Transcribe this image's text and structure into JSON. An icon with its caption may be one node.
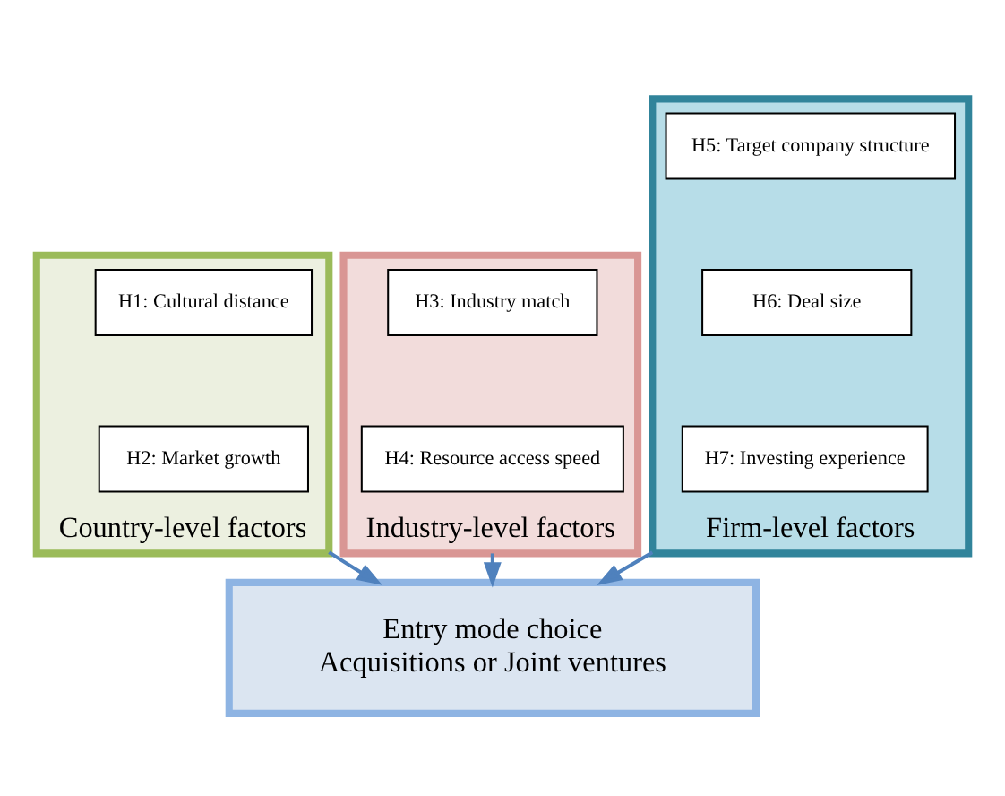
{
  "diagram": {
    "nodes": [
      {
        "text": [
          "Country-level factors"
        ]
      },
      {
        "text": [
          "H1: Cultural distance"
        ],
        "in": 0
      },
      {
        "text": [
          "H2: Market growth"
        ],
        "in": 0
      },
      {
        "text": [
          "Industry-level factors"
        ]
      },
      {
        "text": [
          "H3: Industry match"
        ],
        "in": 3
      },
      {
        "text": [
          "H4: Resource access speed"
        ],
        "in": 3
      },
      {
        "text": [
          "Firm-level factors"
        ]
      },
      {
        "text": [
          "H5: Target company structure"
        ],
        "in": 6
      },
      {
        "text": [
          "H6: Deal size"
        ],
        "in": 6
      },
      {
        "text": [
          "H7: Investing experience"
        ],
        "in": 6
      },
      {
        "text": [
          "Entry mode choice",
          "Acquisitions or Joint ventures"
        ]
      }
    ],
    "edges": [
      {
        "from": 0,
        "to": 10,
        "arrow": "to"
      },
      {
        "from": 3,
        "to": 10,
        "arrow": "to"
      },
      {
        "from": 6,
        "to": 10,
        "arrow": "to"
      }
    ]
  }
}
